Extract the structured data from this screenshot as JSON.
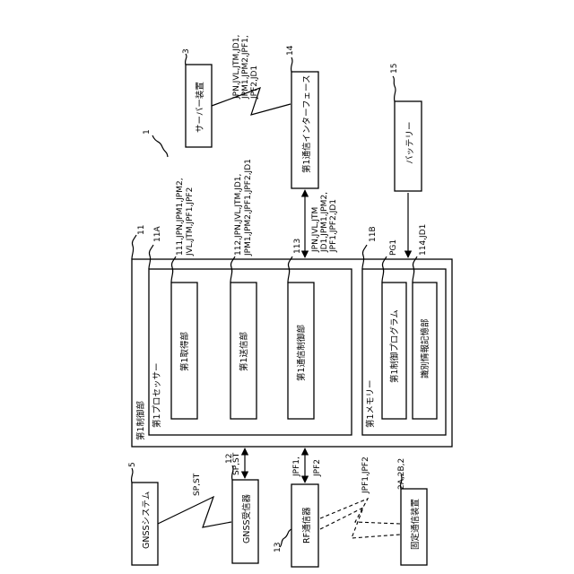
{
  "diagram": {
    "system_ref": "1",
    "first_control": {
      "ref": "11",
      "label": "第1制御部",
      "processor": {
        "ref": "11A",
        "label": "第1プロセッサー",
        "acquisition": {
          "ref": "111",
          "label": "第1取得部",
          "signals": [
            "111,JPN,JPM1,JPM2,",
            "JVL,JTM,JPF1,JPF2"
          ]
        },
        "transmission": {
          "ref": "112",
          "label": "第1送信部",
          "signals": [
            "112,JPN,JVL,JTM,JD1,",
            "JPM1,JPM2,JPF1,JPF2,JD1"
          ]
        },
        "comm_control": {
          "ref": "113",
          "label": "第1通信制御部"
        }
      },
      "memory": {
        "ref": "11B",
        "label": "第1メモリー",
        "program": {
          "ref": "PG1",
          "label": "第1制御プログラム"
        },
        "id_storage": {
          "ref": "114",
          "label": "識別情報記憶部",
          "signal_ref": "114,JD1"
        }
      }
    },
    "server": {
      "ref": "3",
      "label": "サーバー装置"
    },
    "comm_interface": {
      "ref": "14",
      "label": "第1通信インターフェース",
      "signals_top": [
        "JPN,JVL,JTM,JD1,",
        "JPM1,JPM2,JPF1,",
        "JPF2,JD1"
      ],
      "signals_bottom": [
        "JPN,JVL,JTM",
        "JD1,JPM1,JPM2,",
        "JPF1,JPF2,JD1"
      ]
    },
    "battery": {
      "ref": "15",
      "label": "バッテリー"
    },
    "gnss_system": {
      "ref": "5",
      "label": "GNSSシステム"
    },
    "gnss_receiver": {
      "ref": "12",
      "label": "GNSS受信器",
      "signal_in": "SP,ST",
      "signal_out": "SP,ST"
    },
    "rf_comm": {
      "ref": "13",
      "label": "RF通信器",
      "signals": [
        "JPF1,",
        "JPF2"
      ],
      "wireless_signal": "JPF1,JPF2"
    },
    "fixed_comm": {
      "ref": "2A,2B,2",
      "label": "固定通信装置"
    }
  }
}
